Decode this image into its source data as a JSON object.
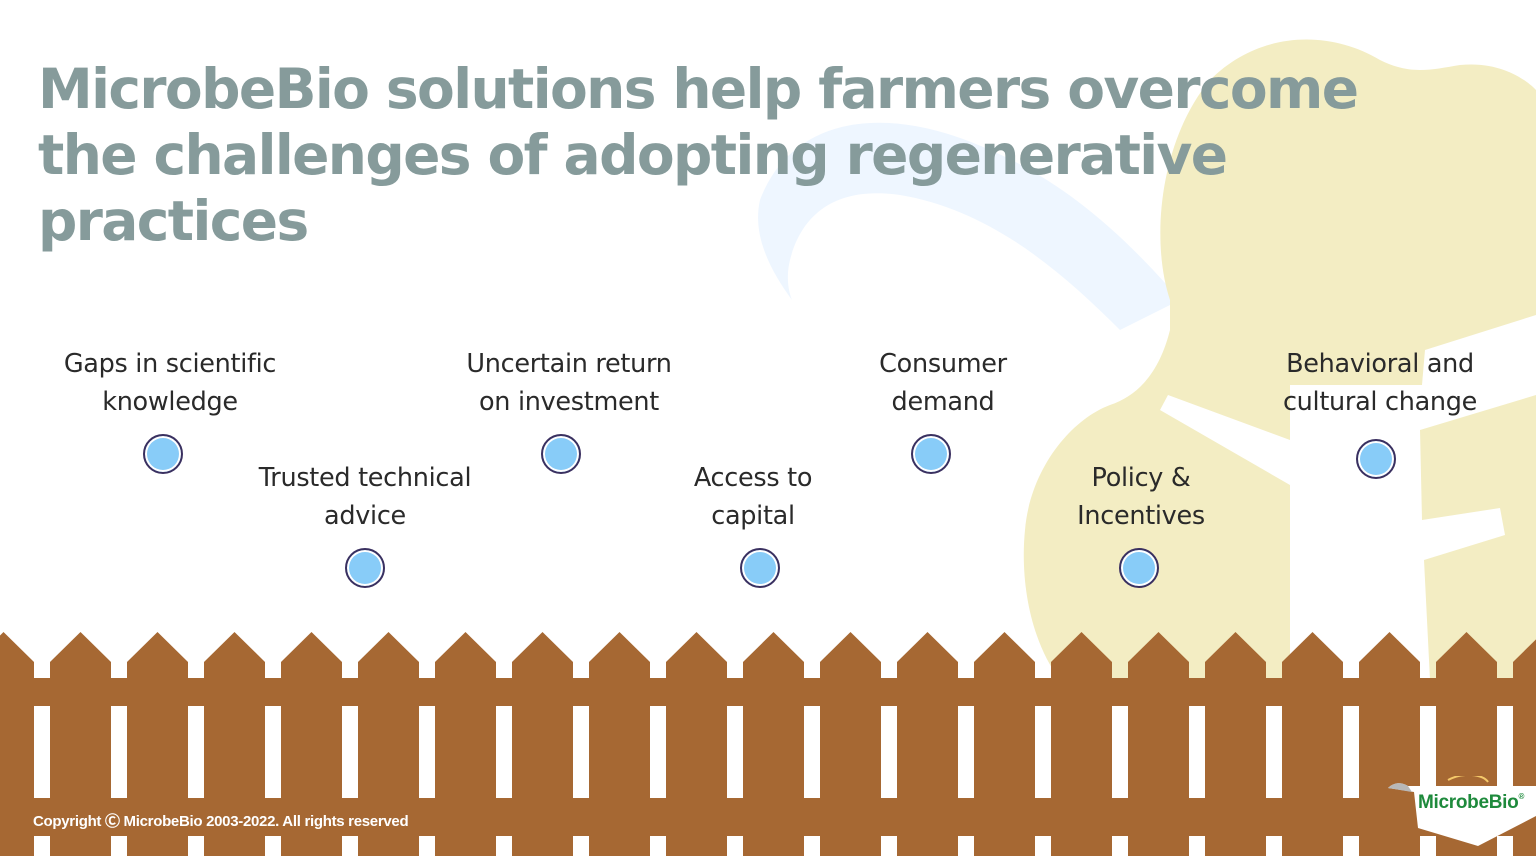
{
  "slide": {
    "title": "MicrobeBio solutions help farmers overcome the challenges of adopting regenerative practices",
    "colors": {
      "title": "#869b9b",
      "fence": "#a66833",
      "dot_fill": "#88ccf8",
      "dot_ring": "#3a3060",
      "tree_background": "#f3edc3",
      "sky_swoosh": "#eef6ff",
      "logo_green": "#1e8a3c"
    },
    "challenges": [
      {
        "label_line1": "Gaps in scientific",
        "label_line2": "knowledge",
        "marker_icon": "circle-marker"
      },
      {
        "label_line1": "Trusted technical",
        "label_line2": "advice",
        "marker_icon": "circle-marker"
      },
      {
        "label_line1": "Uncertain return",
        "label_line2": "on investment",
        "marker_icon": "circle-marker"
      },
      {
        "label_line1": "Access to",
        "label_line2": "capital",
        "marker_icon": "circle-marker"
      },
      {
        "label_line1": "Consumer",
        "label_line2": "demand",
        "marker_icon": "circle-marker"
      },
      {
        "label_line1": "Policy &",
        "label_line2": "Incentives",
        "marker_icon": "circle-marker"
      },
      {
        "label_line1": "Behavioral and",
        "label_line2": "cultural change",
        "marker_icon": "circle-marker"
      }
    ],
    "footer": {
      "copyright": "Copyright Ⓒ MicrobeBio 2003-2022.  All rights reserved"
    },
    "logo": {
      "text": "MicrobeBio",
      "mark": "®"
    }
  }
}
